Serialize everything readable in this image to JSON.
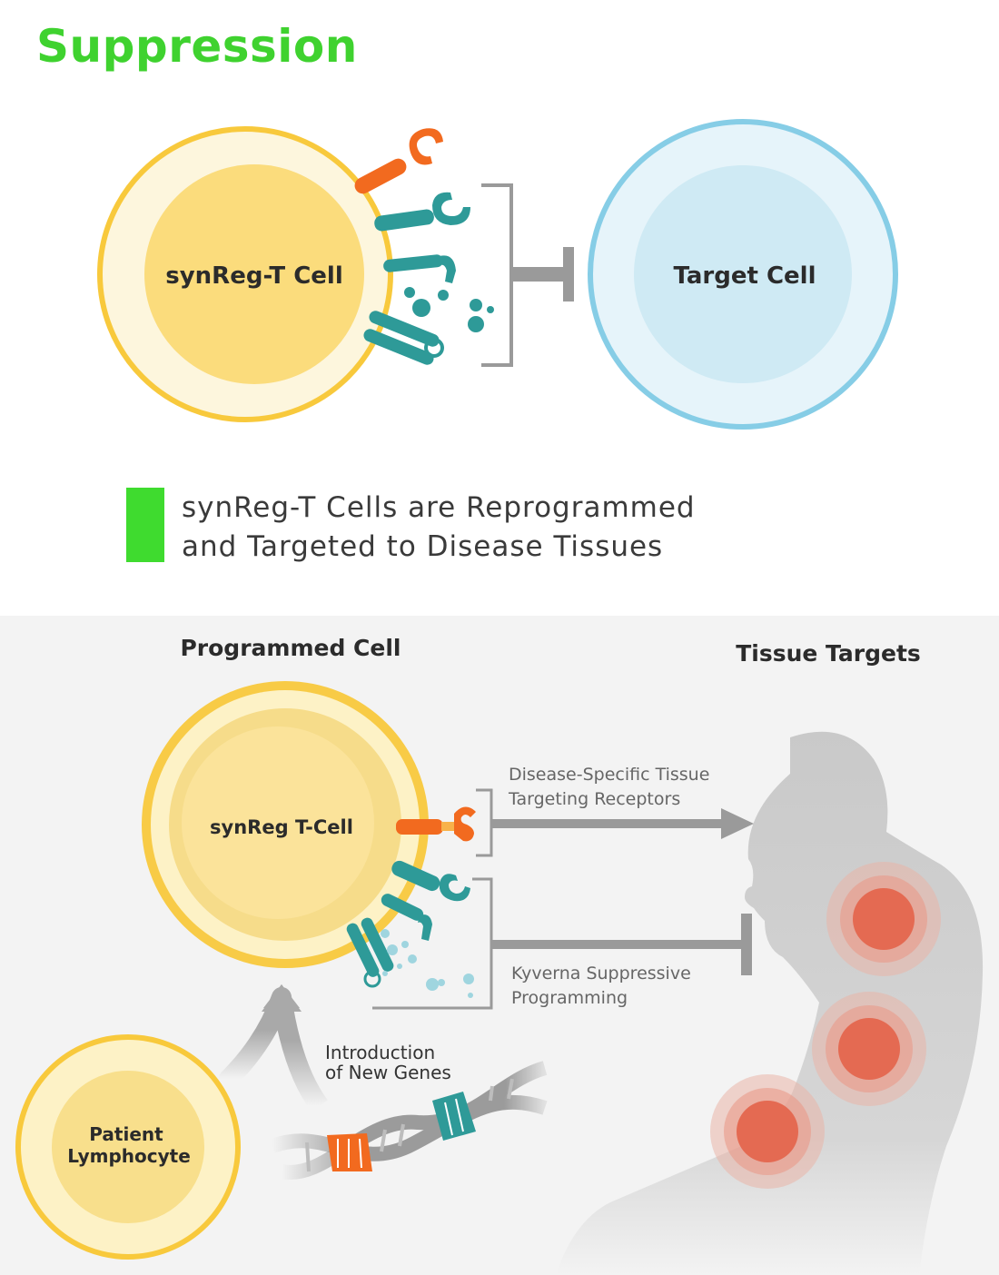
{
  "title": "Suppression",
  "top_diagram": {
    "source_cell_label": "synReg-T Cell",
    "target_cell_label": "Target Cell"
  },
  "caption": {
    "line1": "synReg-T Cells are Reprogrammed",
    "line2": "and Targeted to Disease Tissues"
  },
  "bottom_diagram": {
    "programmed_heading": "Programmed Cell",
    "tissue_heading": "Tissue Targets",
    "programmed_cell_label": "synReg T-Cell",
    "receptors_label_line1": "Disease-Specific Tissue",
    "receptors_label_line2": "Targeting Receptors",
    "suppressive_label_line1": "Kyverna Suppressive",
    "suppressive_label_line2": "Programming",
    "genes_label_line1": "Introduction",
    "genes_label_line2": "of New Genes",
    "lymphocyte_label_line1": "Patient",
    "lymphocyte_label_line2": "Lymphocyte"
  },
  "colors": {
    "title_green": "#3fd22f",
    "cell_yellow": "#f8cf4a",
    "cell_yellow_fill": "#fbe08a",
    "target_blue": "#86cde6",
    "target_fill": "#cfeaf4",
    "receptor_orange": "#f26a1f",
    "receptor_teal": "#2e9a98",
    "inflammation_red": "#e46a52"
  }
}
